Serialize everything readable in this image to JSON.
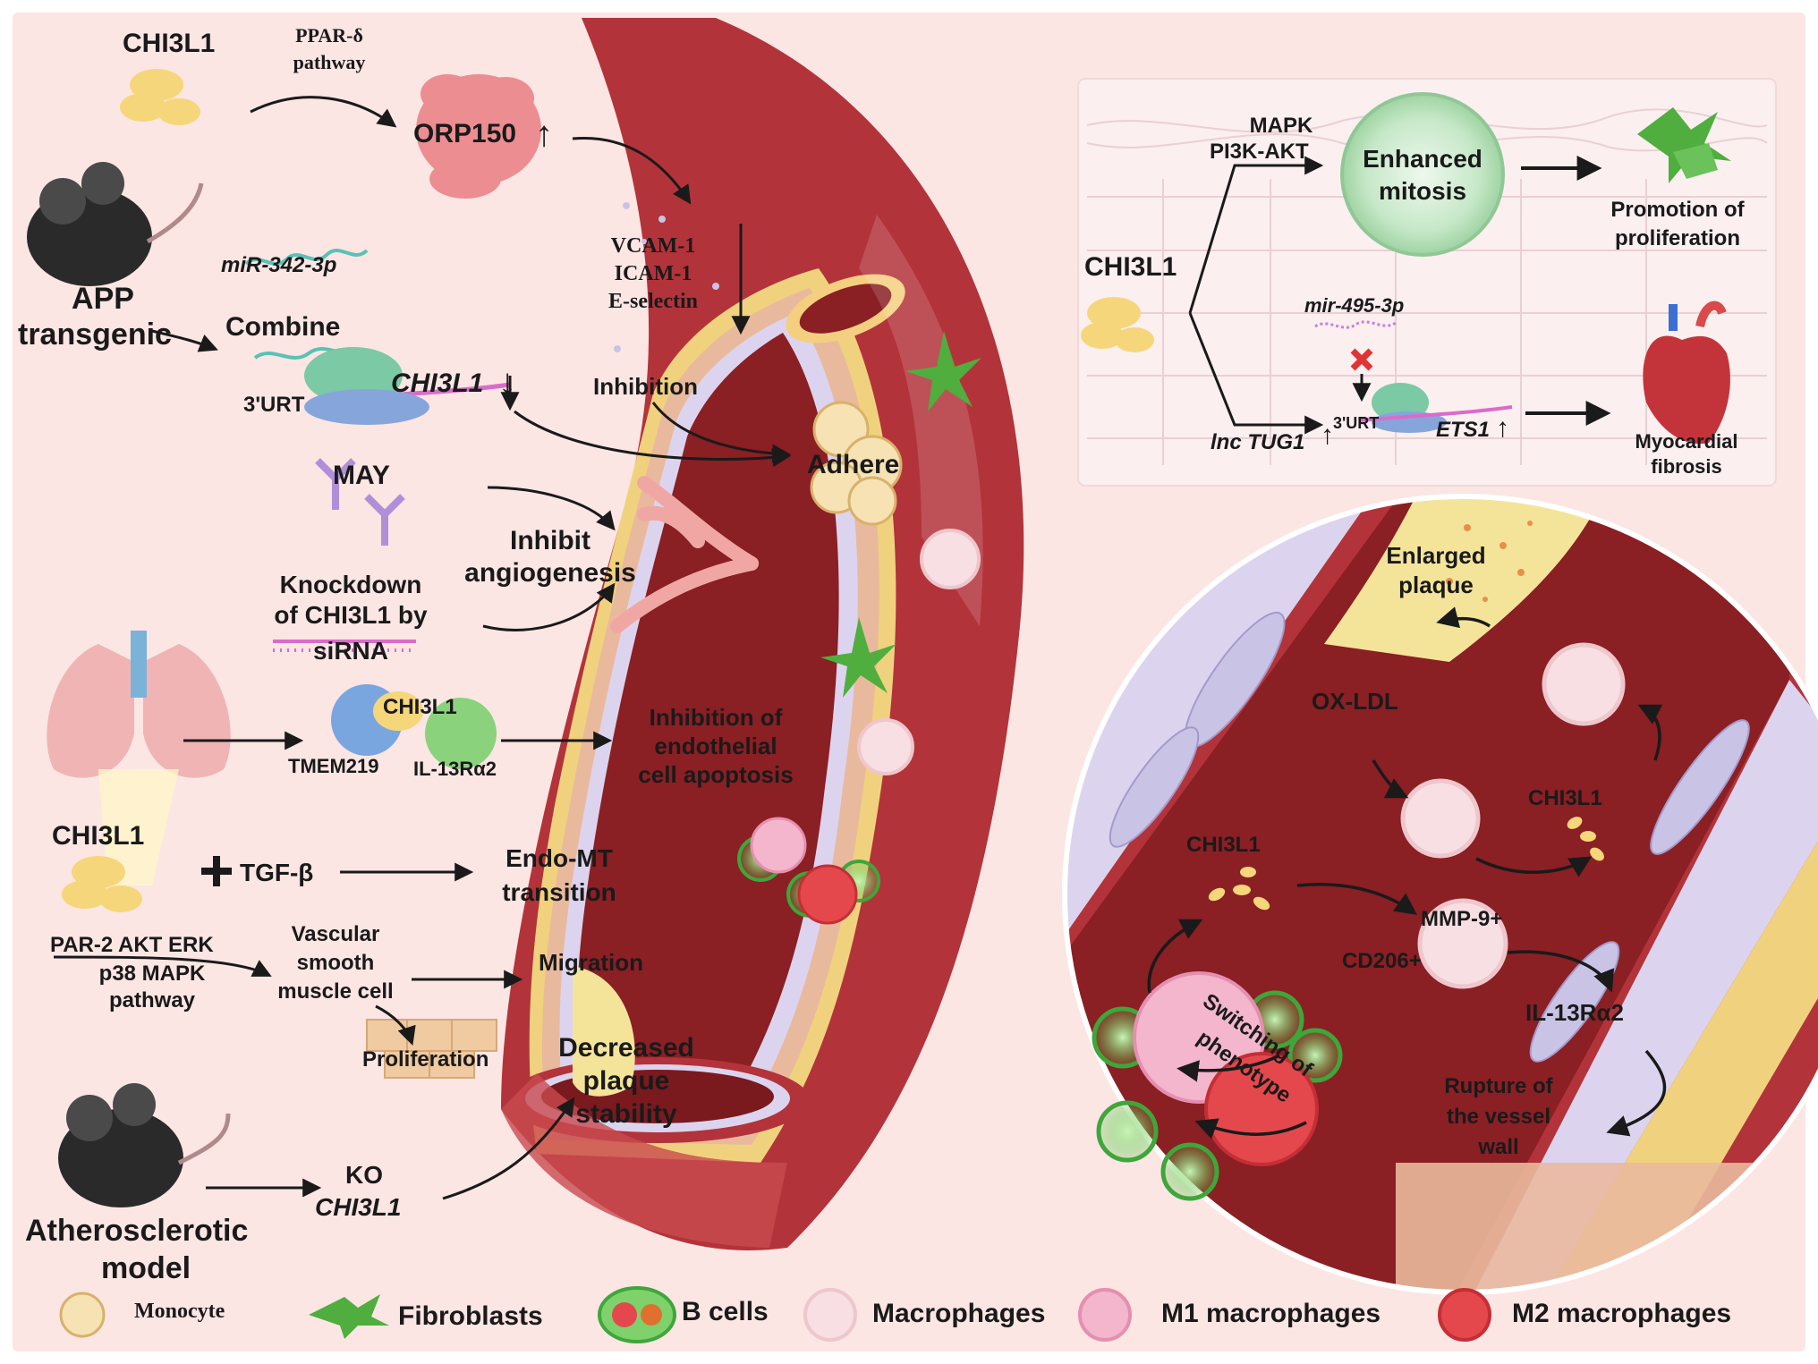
{
  "left": {
    "chi3l1_top": "CHI3L1",
    "ppar_line1": "PPAR-δ",
    "ppar_line2": "pathway",
    "orp150": "ORP150",
    "vcam": "VCAM-1",
    "icam": "ICAM-1",
    "eselectin": "E-selectin",
    "inhibition": "Inhibition",
    "app_line1": "APP",
    "app_line2": "transgenic",
    "mir342": "miR-342-3p",
    "combine": "Combine",
    "utr": "3'URT",
    "chi3l1_gene": "CHI3L1",
    "may": "MAY",
    "inhibit_line1": "Inhibit",
    "inhibit_line2": "angiogenesis",
    "knock_line1": "Knockdown",
    "knock_line2": "of CHI3L1 by",
    "knock_line3": "siRNA",
    "complex_chi3l1": "CHI3L1",
    "tmem219": "TMEM219",
    "il13ra2": "IL-13Rα2",
    "apop_line1": "Inhibition of",
    "apop_line2": "endothelial",
    "apop_line3": "cell apoptosis",
    "chi3l1_lung": "CHI3L1",
    "tgfb": "TGF-β",
    "endomt_line1": "Endo-MT",
    "endomt_line2": "transition",
    "par2_line1": "PAR-2 AKT  ERK",
    "par2_line2": "p38 MAPK",
    "par2_line3": "pathway",
    "vsmc_line1": "Vascular",
    "vsmc_line2": "smooth",
    "vsmc_line3": "muscle cell",
    "migration": "Migration",
    "proliferation": "Proliferation",
    "decreased_line1": "Decreased",
    "decreased_line2": "plaque",
    "decreased_line3": "stability",
    "adhere": "Adhere",
    "ko": "KO",
    "ko_gene": "CHI3L1",
    "athero_line1": "Atherosclerotic",
    "athero_line2": "model"
  },
  "fibrosis_panel": {
    "mapk": "MAPK",
    "pi3k": "PI3K-AKT",
    "mitosis_line1": "Enhanced",
    "mitosis_line2": "mitosis",
    "promo_line1": "Promotion of",
    "promo_line2": "proliferation",
    "chi3l1": "CHI3L1",
    "mir495": "mir-495-3p",
    "utr": "3'URT",
    "lnc": "lnc TUG1",
    "ets1": "ETS1",
    "myo_line1": "Myocardial",
    "myo_line2": "fibrosis"
  },
  "zoom_panel": {
    "enlarged_line1": "Enlarged",
    "enlarged_line2": "plaque",
    "oxldl": "OX-LDL",
    "chi3l1_right": "CHI3L1",
    "chi3l1_left": "CHI3L1",
    "mmp9": "MMP-9+",
    "cd206": "CD206+",
    "il13ra2": "IL-13Rα2",
    "rupture_line1": "Rupture of",
    "rupture_line2": "the vessel",
    "rupture_line3": "wall",
    "switching_line1": "Switching of",
    "switching_line2": "phenotype"
  },
  "legend": [
    {
      "label": "Monocyte",
      "icon": "monocyte-icon",
      "color": "#f6e2b3"
    },
    {
      "label": "Fibroblasts",
      "icon": "fibroblast-icon",
      "color": "#4fae3e"
    },
    {
      "label": "B cells",
      "icon": "b-cell-icon",
      "color": "#52b947"
    },
    {
      "label": "Macrophages",
      "icon": "macrophage-icon",
      "color": "#f7dfe3"
    },
    {
      "label": "M1 macrophages",
      "icon": "m1-macrophage-icon",
      "color": "#f3b6cc"
    },
    {
      "label": "M2 macrophages",
      "icon": "m2-macrophage-icon",
      "color": "#e4484d"
    }
  ],
  "colors": {
    "background": "#fbe6e4",
    "vessel_wall": "#a42b31",
    "lumen": "#7a1a1f",
    "adventitia": "#f3d9a0",
    "endothelium": "#ddd6ef",
    "plaque": "#f4e49a"
  }
}
